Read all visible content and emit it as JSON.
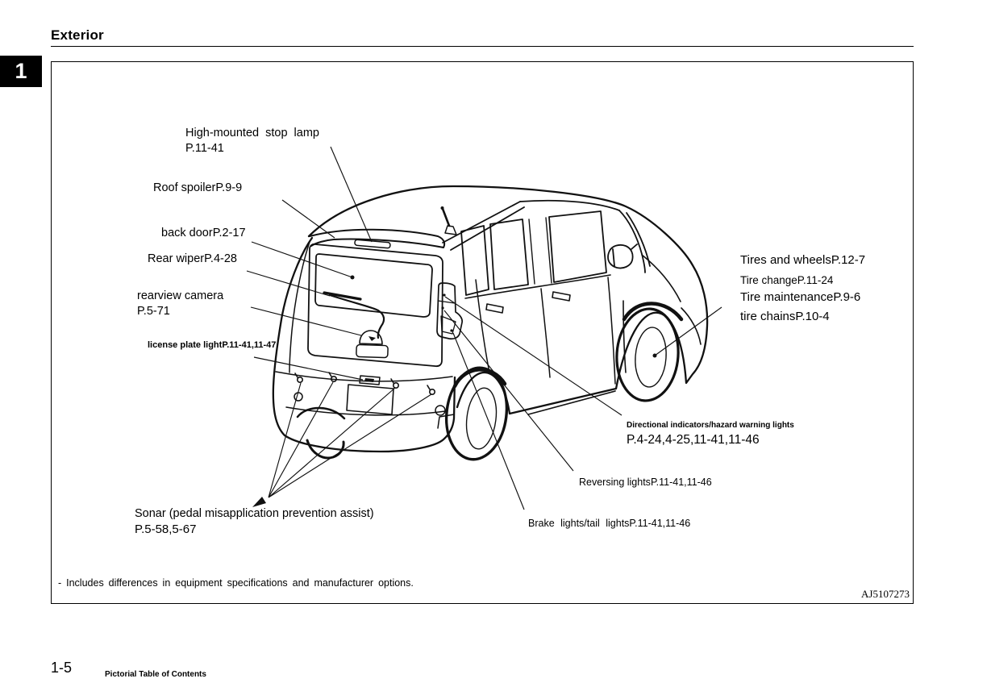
{
  "page": {
    "heading": "Exterior",
    "chapter_tab": "1",
    "page_number": "1-5",
    "footer_title": "Pictorial Table of Contents",
    "figure_code": "AJ5107273",
    "note": "- Includes differences in equipment specifications and manufacturer options."
  },
  "diagram": {
    "description": "Rear three-quarter line drawing of the vehicle with callout leader lines",
    "callouts": [
      {
        "id": "high-mounted-stop-lamp",
        "label": "High-mounted stop lamp",
        "page": "P.11-41"
      },
      {
        "id": "roof-spoiler",
        "label": "Roof spoiler",
        "page": "P.9-9"
      },
      {
        "id": "back-door",
        "label": "back door",
        "page": "P.2-17"
      },
      {
        "id": "rear-wiper",
        "label": "Rear wiper",
        "page": "P.4-28"
      },
      {
        "id": "rearview-camera",
        "label": "rearview camera",
        "page": "P.5-71"
      },
      {
        "id": "license-plate-light",
        "label": "license plate light",
        "page": "P.11-41,11-47"
      },
      {
        "id": "sonar",
        "label": "Sonar (pedal misapplication prevention assist)",
        "page": "P.5-58,5-67"
      },
      {
        "id": "tires-and-wheels",
        "label": "Tires and wheels",
        "page": "P.12-7"
      },
      {
        "id": "tire-change",
        "label": "Tire change",
        "page": "P.11-24"
      },
      {
        "id": "tire-maintenance",
        "label": "Tire maintenance",
        "page": "P.9-6"
      },
      {
        "id": "tire-chains",
        "label": "tire chains",
        "page": "P.10-4"
      },
      {
        "id": "directional-indicators",
        "label": "Directional indicators/hazard warning lights",
        "page": "P.4-24,4-25,11-41,11-46"
      },
      {
        "id": "reversing-lights",
        "label": "Reversing lights",
        "page": "P.11-41,11-46"
      },
      {
        "id": "brake-tail-lights",
        "label": "Brake lights/tail lights",
        "page": "P.11-41,11-46"
      }
    ]
  },
  "colors": {
    "ink": "#000000",
    "paper": "#ffffff",
    "tab_bg": "#000000",
    "tab_fg": "#ffffff"
  }
}
